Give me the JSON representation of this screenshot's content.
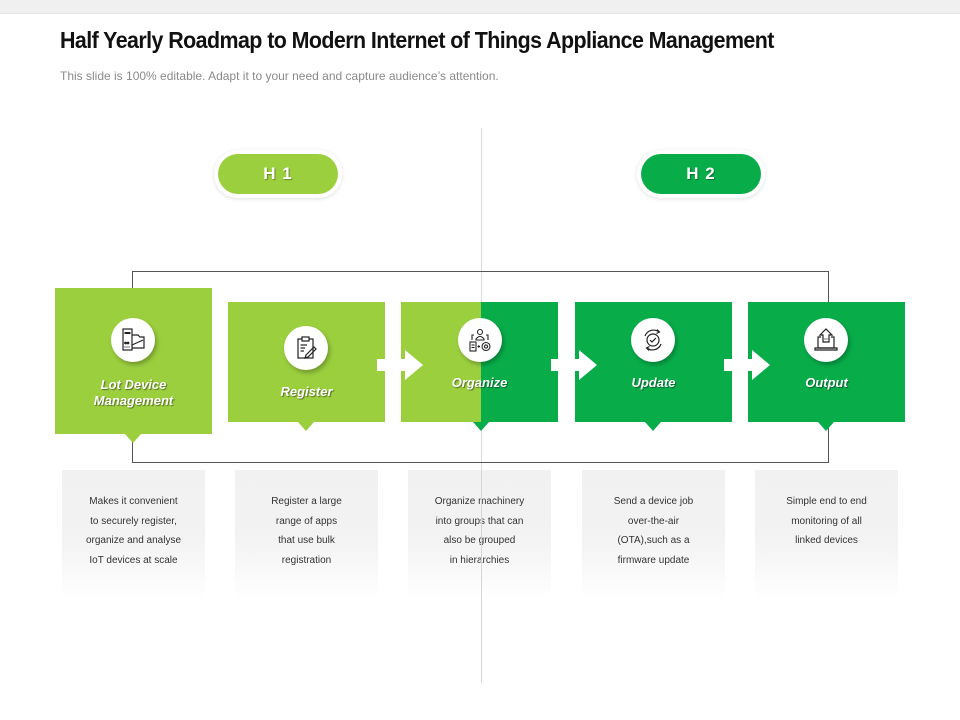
{
  "header": {
    "title": "Half Yearly Roadmap to Modern Internet of Things Appliance Management",
    "subtitle": "This slide is 100% editable. Adapt it to your need and capture audience’s attention."
  },
  "colors": {
    "h1_green": "#9bcf3e",
    "h2_green": "#08ad4a"
  },
  "halves": [
    {
      "label": "H 1"
    },
    {
      "label": "H 2"
    }
  ],
  "steps": [
    {
      "label": "Lot Device\nManagement",
      "icon": "server-devices-icon",
      "description": "Makes it convenient\nto securely register,\norganize and analyse\nIoT devices at scale"
    },
    {
      "label": "Register",
      "icon": "clipboard-pen-icon",
      "description": "Register a large\nrange of apps\nthat use bulk\nregistration"
    },
    {
      "label": "Organize",
      "icon": "person-document-gear-icon",
      "description": "Organize machinery\ninto groups that can\nalso be grouped\nin hierarchies"
    },
    {
      "label": "Update",
      "icon": "refresh-check-icon",
      "description": "Send a device job\nover-the-air\n(OTA),such as a\nfirmware update"
    },
    {
      "label": "Output",
      "icon": "laptop-upload-icon",
      "description": "Simple  end to end\nmonitoring of all\nlinked devices"
    }
  ]
}
